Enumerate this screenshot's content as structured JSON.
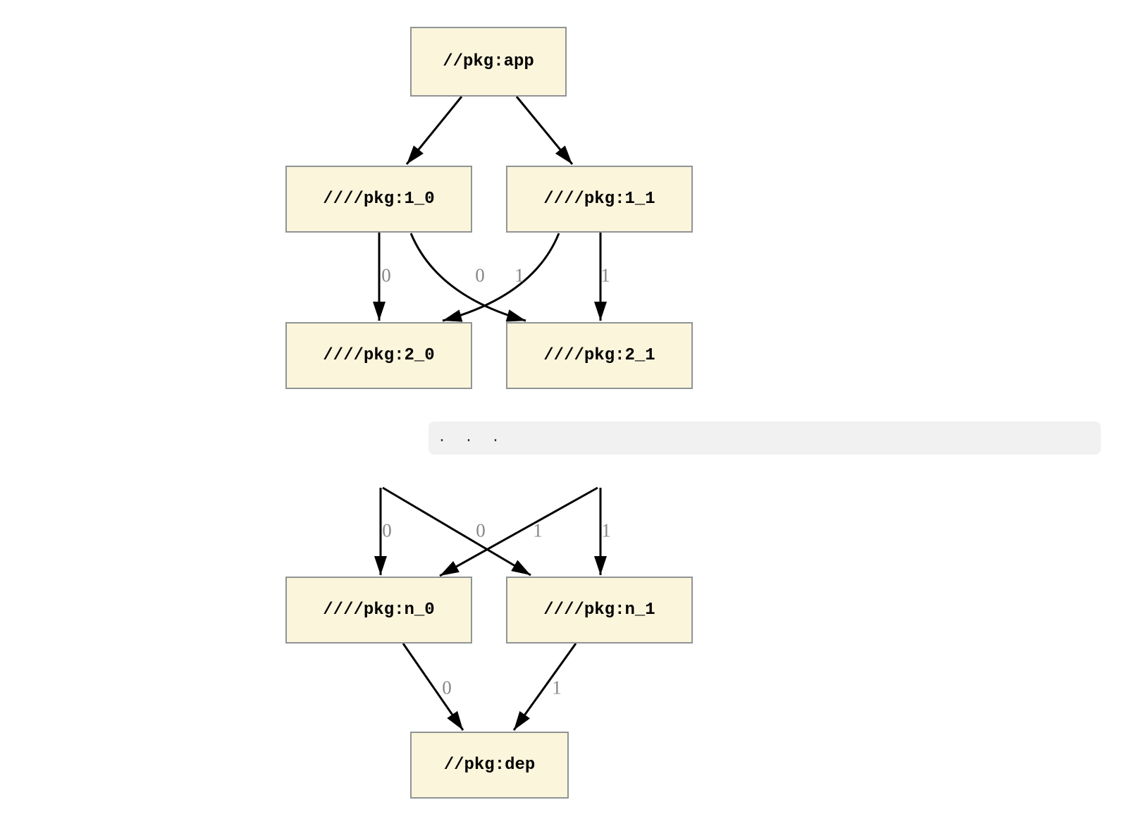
{
  "diagram": {
    "nodes": {
      "app": {
        "label": "//pkg:app"
      },
      "pkg1_0": {
        "label": "////pkg:1_0"
      },
      "pkg1_1": {
        "label": "////pkg:1_1"
      },
      "pkg2_0": {
        "label": "////pkg:2_0"
      },
      "pkg2_1": {
        "label": "////pkg:2_1"
      },
      "pkgn_0": {
        "label": "////pkg:n_0"
      },
      "pkgn_1": {
        "label": "////pkg:n_1"
      },
      "dep": {
        "label": "//pkg:dep"
      }
    },
    "ellipsis_text": ". . .",
    "edges": [
      {
        "from": "//pkg:app",
        "to": "////pkg:1_0",
        "label": ""
      },
      {
        "from": "//pkg:app",
        "to": "////pkg:1_1",
        "label": ""
      },
      {
        "from": "////pkg:1_0",
        "to": "////pkg:2_0",
        "label": "0"
      },
      {
        "from": "////pkg:1_1",
        "to": "////pkg:2_0",
        "label": "0"
      },
      {
        "from": "////pkg:1_0",
        "to": "////pkg:2_1",
        "label": "1"
      },
      {
        "from": "////pkg:1_1",
        "to": "////pkg:2_1",
        "label": "1"
      },
      {
        "from": "...",
        "to": "////pkg:n_0",
        "label": "0"
      },
      {
        "from": "...",
        "to": "////pkg:n_0",
        "label": "0"
      },
      {
        "from": "...",
        "to": "////pkg:n_1",
        "label": "1"
      },
      {
        "from": "...",
        "to": "////pkg:n_1",
        "label": "1"
      },
      {
        "from": "////pkg:n_0",
        "to": "//pkg:dep",
        "label": "0"
      },
      {
        "from": "////pkg:n_1",
        "to": "//pkg:dep",
        "label": "1"
      }
    ],
    "colors": {
      "background": "#ffffff",
      "node_fill": "#fbf5dc",
      "node_border": "#8f9494",
      "edge_stroke": "#000000",
      "edge_label_color": "#878787",
      "ellipsis_bg": "#f1f1f1",
      "ellipsis_fg": "#333333"
    }
  }
}
